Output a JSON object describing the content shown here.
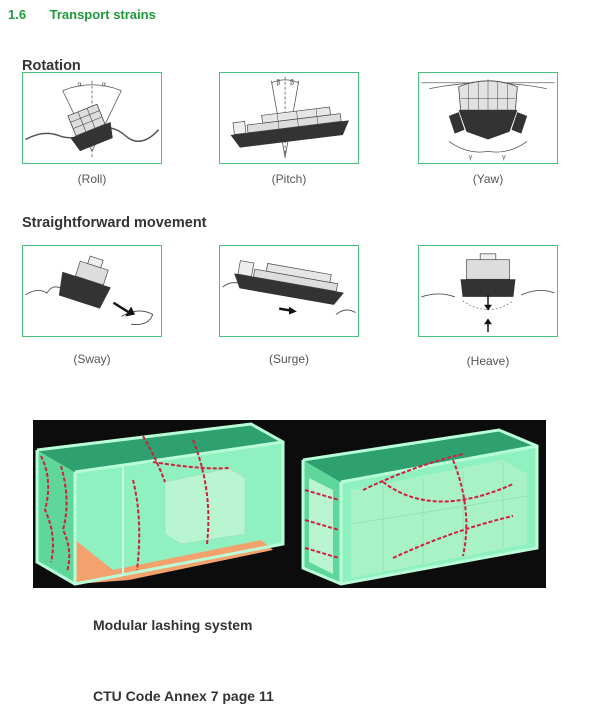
{
  "header": {
    "number": "1.6",
    "title": "Transport strains"
  },
  "sections": [
    {
      "title": "Rotation",
      "figures": [
        {
          "caption": "(Roll)",
          "angle_label": "α"
        },
        {
          "caption": "(Pitch)",
          "angle_label": "β"
        },
        {
          "caption": "(Yaw)",
          "angle_label": "γ"
        }
      ]
    },
    {
      "title": "Straightforward movement",
      "figures": [
        {
          "caption": "(Sway)"
        },
        {
          "caption": "(Surge)"
        },
        {
          "caption": "(Heave)"
        }
      ]
    }
  ],
  "lashing": {
    "label": "Modular lashing system"
  },
  "footer": {
    "reference": "CTU Code Annex 7 page 11"
  },
  "colors": {
    "heading_green": "#1d9a3a",
    "frame_border": "#48c07a",
    "container_green": "#7ee8b0",
    "strap_red": "#d0203a",
    "floor_orange": "#f3a16d"
  }
}
